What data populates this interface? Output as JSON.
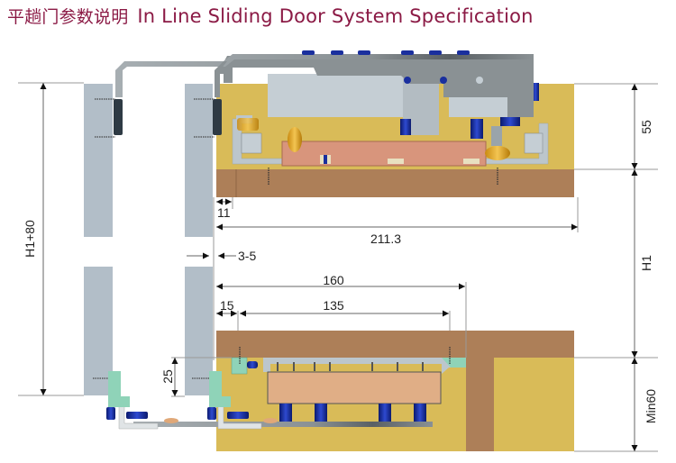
{
  "title": {
    "chinese": "平趟门参数说明",
    "english": "In Line Sliding Door System Specification"
  },
  "colors": {
    "title": "#8b1a45",
    "wood": "#ad7f58",
    "wall_fill": "#d9bb58",
    "door_panel": "#b2bec8",
    "aluminium": "#bcc6cc",
    "bracket": "#8a9194",
    "carriage": "#d8957c",
    "bottom_guide": "#e0ae86",
    "bolt_blue": "#1a2f9e",
    "dimension_line": "#999999"
  },
  "dimensions": {
    "top_height": "55",
    "total_height": "H1+80",
    "opening_height": "H1",
    "bottom_depth": "Min60",
    "wall_gap": "11",
    "track_width": "211.3",
    "door_gap": "3-5",
    "guide_width": "160",
    "guide_offset": "15",
    "guide_inner": "135",
    "guide_height": "25"
  }
}
